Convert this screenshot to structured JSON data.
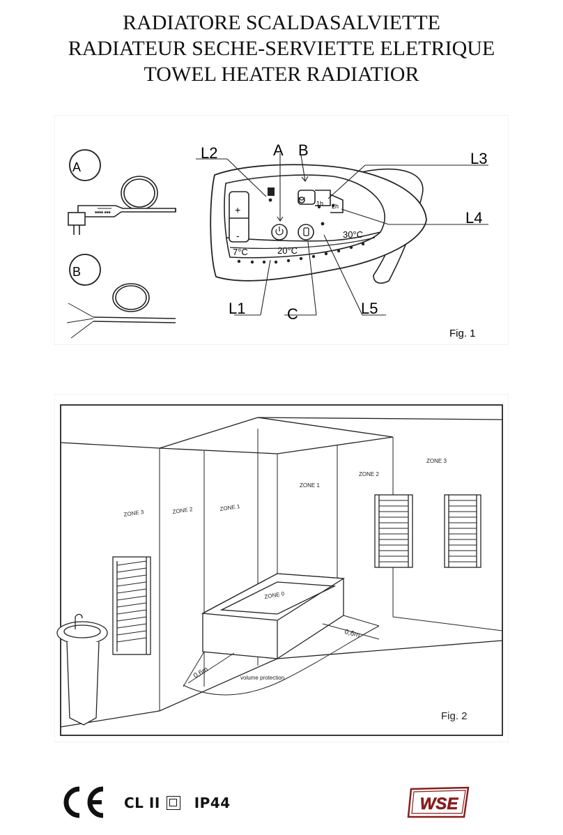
{
  "titles": [
    "RADIATORE SCALDASALVIETTE",
    "RADIATEUR SECHE-SERVIETTE ELETRIQUE",
    "TOWEL HEATER RADIATIOR"
  ],
  "fig1": {
    "caption": "Fig. 1",
    "cable_a_label": "A",
    "cable_b_label": "B",
    "callouts": {
      "L2": "L2",
      "A": "A",
      "B": "B",
      "L3": "L3",
      "L4": "L4",
      "L1": "L1",
      "C": "C",
      "L5": "L5"
    },
    "panel": {
      "plus": "+",
      "minus": "-",
      "timer_1h": "1h",
      "timer_2h": "2h",
      "temp_low": "7°C",
      "temp_mid": "20°C",
      "temp_high": "30°C"
    }
  },
  "fig2": {
    "caption": "Fig. 2",
    "zones": {
      "left_zone3": "ZONE 3",
      "left_zone2": "ZONE 2",
      "left_zone1": "ZONE 1",
      "back_zone1": "ZONE 1",
      "right_zone2": "ZONE 2",
      "right_zone3": "ZONE 3",
      "tub_zone0": "ZONE 0"
    },
    "dist_front": "0,6m",
    "dist_side": "0,6m",
    "volume_label": "volume protection"
  },
  "footer": {
    "ce_mark": "CE",
    "class_label": "CL II",
    "ip_label": "IP44",
    "brand": "WSE"
  }
}
